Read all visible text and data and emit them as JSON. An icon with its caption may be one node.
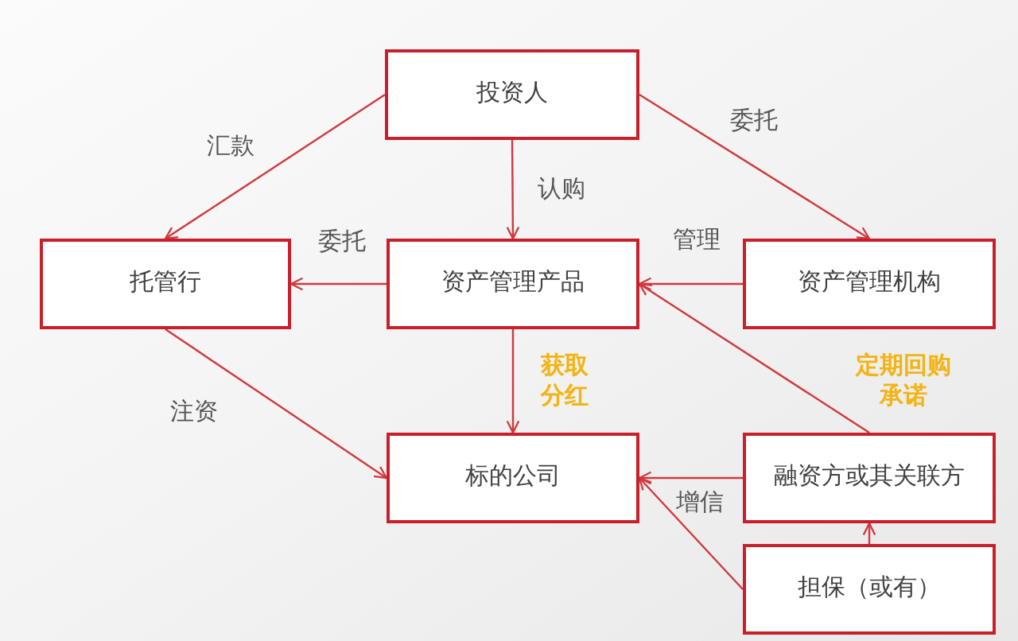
{
  "diagram": {
    "nodes": [
      {
        "text": [
          "投资人"
        ]
      },
      {
        "text": [
          "托管行"
        ]
      },
      {
        "text": [
          "资产管理产品"
        ]
      },
      {
        "text": [
          "资产管理机构"
        ]
      },
      {
        "text": [
          "标的公司"
        ]
      },
      {
        "text": [
          "融资方或其关联方"
        ]
      },
      {
        "text": [
          "担保（或有）"
        ]
      }
    ],
    "edges": [
      {
        "from": 0,
        "to": 1,
        "arrow": "to",
        "label": "汇款"
      },
      {
        "from": 0,
        "to": 3,
        "arrow": "to",
        "label": "委托"
      },
      {
        "from": 0,
        "to": 2,
        "arrow": "to",
        "label": "认购"
      },
      {
        "from": 2,
        "to": 1,
        "arrow": "to",
        "label": "委托"
      },
      {
        "from": 3,
        "to": 2,
        "arrow": "to",
        "label": "管理"
      },
      {
        "from": 2,
        "to": 4,
        "arrow": "to",
        "label": "获取分红"
      },
      {
        "from": 1,
        "to": 4,
        "arrow": "to",
        "label": "注资"
      },
      {
        "from": 5,
        "to": 2,
        "arrow": "to",
        "label": "定期回购承诺"
      },
      {
        "from": 5,
        "to": 4,
        "arrow": "to",
        "label": "增信"
      },
      {
        "from": 6,
        "to": 4,
        "arrow": "to"
      },
      {
        "from": 6,
        "to": 5,
        "arrow": "to"
      }
    ]
  }
}
